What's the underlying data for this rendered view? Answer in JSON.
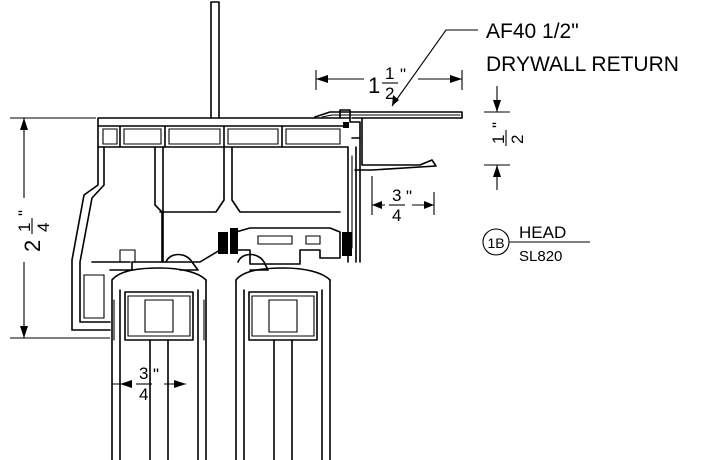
{
  "callout": {
    "line1": "AF40 1/2\"",
    "line2": "DRYWALL RETURN"
  },
  "detail_tag": {
    "number": "1B",
    "title": "HEAD",
    "sheet": "SL820"
  },
  "dimensions": {
    "return_width": {
      "whole": "1",
      "num": "1",
      "den": "2",
      "inch": "\""
    },
    "return_height": {
      "num": "1",
      "den": "2",
      "inch": "\""
    },
    "return_offset": {
      "num": "3",
      "den": "4",
      "inch": "\""
    },
    "frame_depth": {
      "whole": "2",
      "num": "1",
      "den": "4",
      "inch": "\""
    },
    "panel_thickness": {
      "num": "3",
      "den": "4",
      "inch": "\""
    }
  }
}
